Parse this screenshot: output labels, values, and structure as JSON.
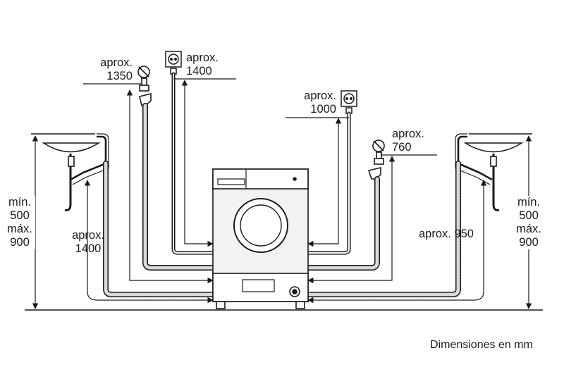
{
  "labels": {
    "tap_left": [
      "aprox.",
      "1350"
    ],
    "socket_left": [
      "aprox.",
      "1400"
    ],
    "socket_right": [
      "aprox.",
      "1000"
    ],
    "tap_right": [
      "aprox.",
      "760"
    ],
    "drain_left": [
      "aprox.",
      "1400"
    ],
    "drain_right": "aprox. 950",
    "height_left": [
      "mín.",
      "500",
      "máx.",
      "900"
    ],
    "height_right": [
      "mín.",
      "500",
      "máx.",
      "900"
    ],
    "footer": "Dimensiones en mm"
  },
  "colors": {
    "line": "#1a1a1a",
    "hose_fill": "#d9d9d9",
    "machine_fill": "#f2f2f2"
  }
}
